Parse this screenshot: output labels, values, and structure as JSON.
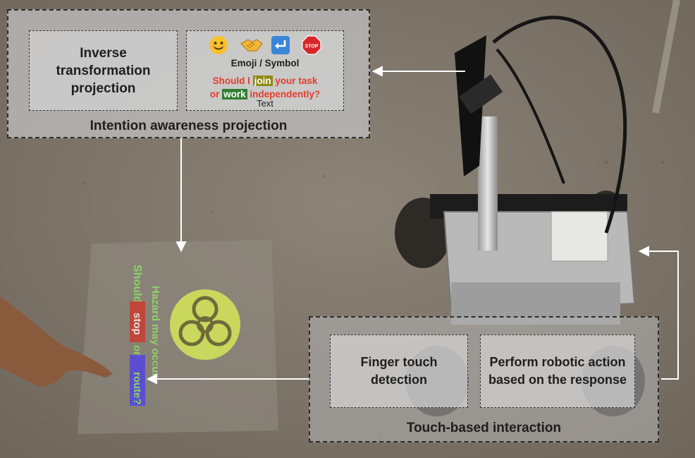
{
  "intention_panel": {
    "caption": "Intention awareness projection",
    "inverse_box": {
      "label": "Inverse transformation projection"
    },
    "emoji_box": {
      "icons": [
        "smile-emoji",
        "handshake-emoji",
        "return-arrow-symbol",
        "stop-sign-symbol"
      ],
      "stop_text": "STOP",
      "heading": "Emoji / Symbol",
      "question_line1_pre": "Should I ",
      "question_join": "join",
      "question_line1_post": " your task",
      "question_line2_pre": "or ",
      "question_work": "work",
      "question_line2_post": " independently?",
      "footer": "Text"
    }
  },
  "touch_panel": {
    "caption": "Touch-based interaction",
    "finger_box": {
      "label": "Finger touch detection"
    },
    "action_box": {
      "label": "Perform robotic action based on the response"
    }
  },
  "floor_projection": {
    "line1": "Should I",
    "line1_stop": "stop",
    "line1_or": "or",
    "line2": "route?",
    "hazard_text": "Hazard may occur.",
    "colors": {
      "text_green": "#8fd06a",
      "stop_bg": "#c0463a",
      "route_bg": "#5b4fd0",
      "symbol_bg": "#cfe05a"
    }
  },
  "colors": {
    "panel_bg": "#c0c0c0",
    "border": "#2d2d2d",
    "arrow": "#ffffff",
    "red_text": "#e53c2b"
  }
}
